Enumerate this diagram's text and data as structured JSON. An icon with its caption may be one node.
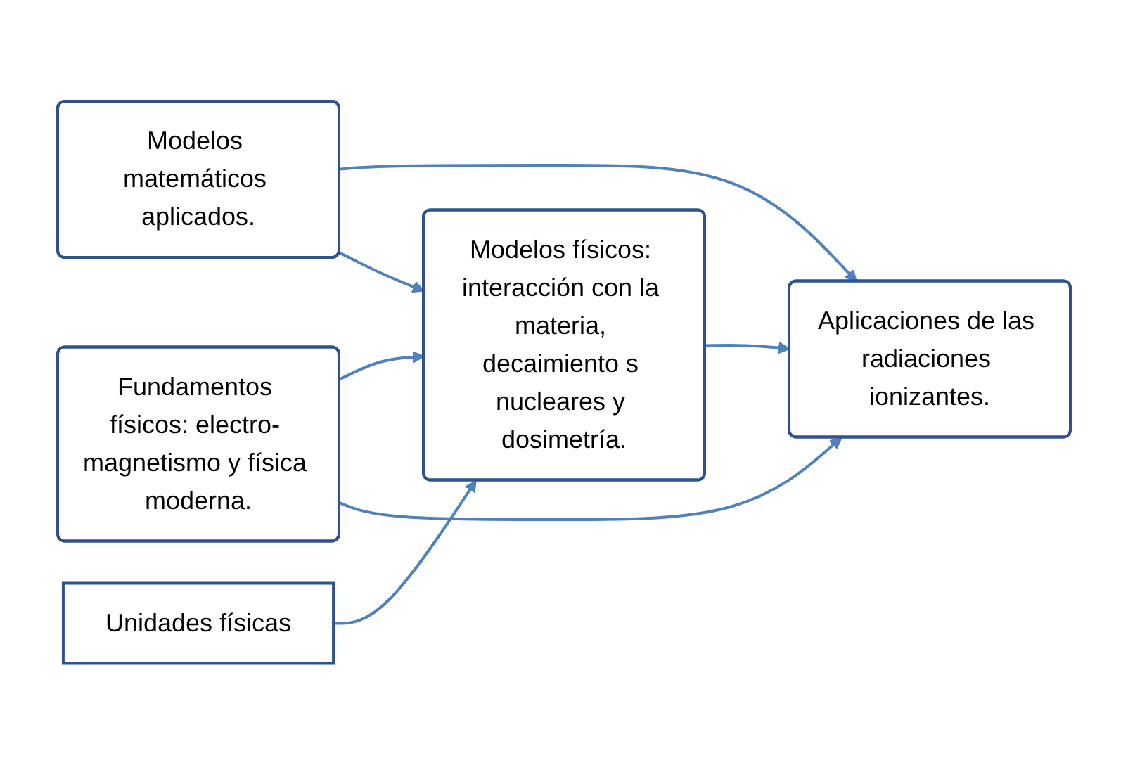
{
  "diagram": {
    "nodes": [
      {
        "text": [
          "Modelos matemáticos aplicados."
        ]
      },
      {
        "text": [
          "Unidades físicas"
        ]
      },
      {
        "text": [
          "Fundamentos físicos: electro- magnetismo y física moderna."
        ]
      },
      {
        "text": [
          "Modelos físicos: interacción con la materia, decaimiento s nucleares y dosimetría."
        ]
      },
      {
        "text": [
          "Aplicaciones de las radiaciones ionizantes."
        ]
      }
    ],
    "edges": [
      {
        "from": 0,
        "to": 4,
        "arrow": "to"
      },
      {
        "from": 0,
        "to": 3,
        "arrow": "to"
      },
      {
        "from": 1,
        "to": 3,
        "arrow": "to"
      },
      {
        "from": 2,
        "to": 3,
        "arrow": "to"
      },
      {
        "from": 2,
        "to": 4,
        "arrow": "to"
      },
      {
        "from": 3,
        "to": 4,
        "arrow": "to"
      }
    ]
  }
}
